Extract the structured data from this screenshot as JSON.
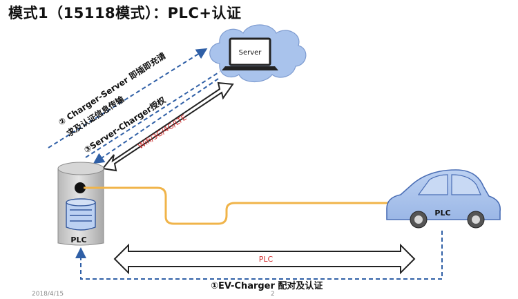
{
  "title": "模式1（15118模式）：PLC+认证",
  "server": {
    "label": "Server"
  },
  "charger": {
    "plc_label": "PLC"
  },
  "car": {
    "plc_label": "PLC"
  },
  "arrows": {
    "step2_line1": "② Charger-Server 即插即充请",
    "step2_line2": "求及认证信息传输",
    "step3": "③Server-Charger授权",
    "wireless": "Wifi/3G/4G/LTE",
    "plc_link": "PLC",
    "step1": "①EV-Charger 配对及认证"
  },
  "footer": {
    "date": "2018/4/15",
    "page": "2"
  },
  "colors": {
    "dashed_blue": "#2f5fa6",
    "cable": "#f0b44a",
    "car_body": "#a9c3ec",
    "car_outline": "#4a6eb5",
    "cloud": "#a9c3ec",
    "label_red": "#d32f2f"
  }
}
